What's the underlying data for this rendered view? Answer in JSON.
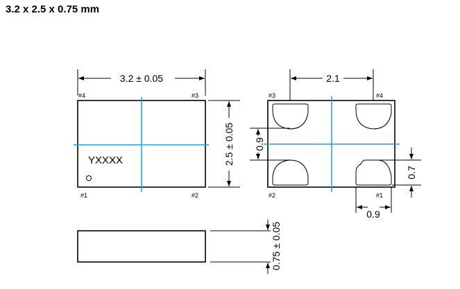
{
  "title": "3.2 x 2.5 x 0.75 mm",
  "top_view": {
    "width_dim": "3.2 ± 0.05",
    "height_dim": "2.5 ± 0.05",
    "marking": "YXXXX",
    "pins": [
      "#1",
      "#2",
      "#3",
      "#4"
    ]
  },
  "bottom_view": {
    "pad_pitch_dim": "2.1",
    "pad_gap_dim": "0.9",
    "pad_height_dim": "0.7",
    "pad_width_dim": "0.9",
    "pins": [
      "#1",
      "#2",
      "#3",
      "#4"
    ]
  },
  "side_view": {
    "thickness_dim": "0.75 ± 0.05"
  },
  "colors": {
    "centerline": "#1ea0dc"
  }
}
